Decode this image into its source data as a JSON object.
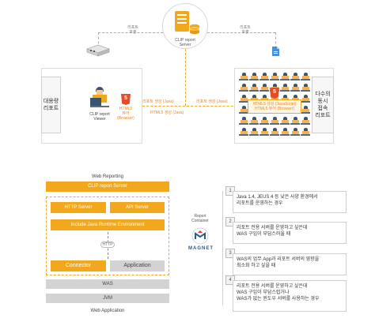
{
  "top": {
    "server_label_line1": "CLIP report",
    "server_label_line2": "Server",
    "left_call_line1": "리포트",
    "left_call_line2": "호출",
    "right_call_line1": "리포트",
    "right_call_line2": "호출",
    "left_panel_label_line1": "대용량",
    "left_panel_label_line2": "리포트",
    "right_panel_label_line1": "다수의",
    "right_panel_label_line2": "동시",
    "right_panel_label_line3": "접속",
    "right_panel_label_line4": "리포트",
    "viewer_label_line1": "CLIP report",
    "viewer_label_line2": "Viewer",
    "html5_small_line1": "HTML5",
    "html5_small_line2": "뷰어",
    "html5_small_line3": "(Browser)",
    "arrow_label_left": "리포트 생성 (Java)",
    "arrow_label_mid": "HTML5 생성 (Java)",
    "arrow_label_right": "리포트 생성 (Java)",
    "html5_box_line1": "HTML5 생성 (JavaScript)",
    "html5_box_line2": "HTML5 뷰어 (Browser)",
    "html5_badge": "5"
  },
  "arch": {
    "title": "Web Reporting",
    "server_bar": "CLIP report Server",
    "http_server": "HTTP Server",
    "api_server": "API Server",
    "runtime": "Include Java Runtime Environment",
    "http": "HTTP",
    "connector": "Connector",
    "application": "Application",
    "was": "WAS",
    "jvm": "JVM",
    "footer": "Web Application",
    "report_container_line1": "Report",
    "report_container_line2": "Container",
    "magnet_logo": "MAGNET"
  },
  "steps": [
    {
      "num": "1",
      "line1": "Java 1.4, JEUS 4 등 낮은 사양 환경에서",
      "line2": "리포트를 운영하는 경우",
      "line3": ""
    },
    {
      "num": "2",
      "line1": "리포트 전용 서버를 운영하고 싶은데",
      "line2": "WAS 구입이 부담스러울 때",
      "line3": ""
    },
    {
      "num": "3",
      "line1": "WAS의 업무 App과 리포트 서버의 영향을",
      "line2": "최소화 하고 싶을 때",
      "line3": ""
    },
    {
      "num": "4",
      "line1": "리포트 전용 서버를 운영하고 싶은데",
      "line2": "WAS 구입이 부담스럽거나",
      "line3": "WAS가 없는 윈도우 서버를 사용하는 경우"
    }
  ],
  "colors": {
    "accent": "#f2a81d",
    "gray": "#d3d3d3",
    "dark": "#3a5572"
  }
}
